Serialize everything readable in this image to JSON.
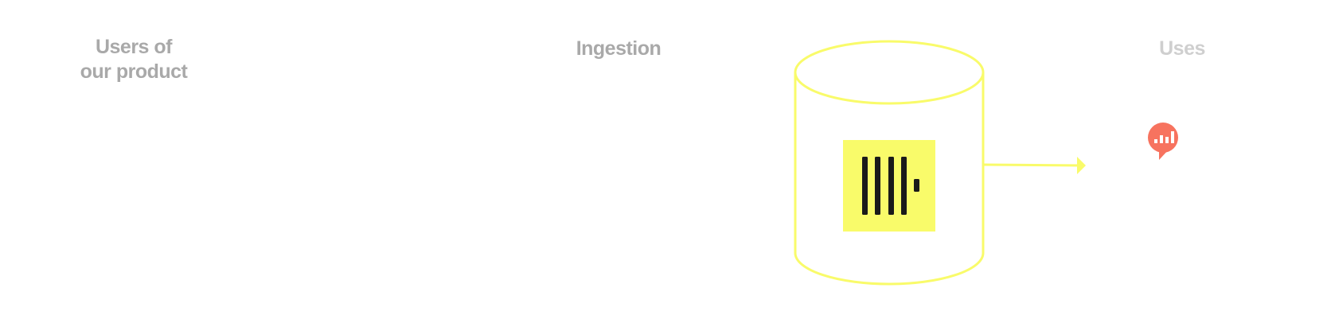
{
  "columns": {
    "users": {
      "line1": "Users of",
      "line2": "our product"
    },
    "ingestion": "Ingestion",
    "uses": "Uses"
  },
  "icons": {
    "database": "cylinder-database-icon",
    "ingest_logo": "yellow-bars-logo-icon",
    "analytics": "red-chat-bar-chart-icon"
  },
  "colors": {
    "yellow": "#f9fb6a",
    "red": "#f7735f",
    "label": "#a9a9a9",
    "bars": "#1a1a1a"
  }
}
